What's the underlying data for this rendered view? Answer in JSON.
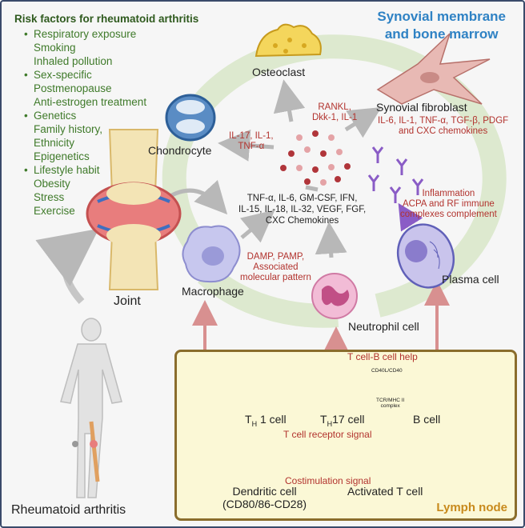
{
  "risk": {
    "title": "Risk factors for rheumatoid arthritis",
    "items": [
      {
        "text": "Respiratory exposure",
        "bullet": true
      },
      {
        "text": "Smoking",
        "bullet": false
      },
      {
        "text": "Inhaled pollution",
        "bullet": false
      },
      {
        "text": "Sex-specific",
        "bullet": true
      },
      {
        "text": "Postmenopause",
        "bullet": false
      },
      {
        "text": "Anti-estrogen treatment",
        "bullet": false
      },
      {
        "text": "Genetics",
        "bullet": true
      },
      {
        "text": "Family history,",
        "bullet": false
      },
      {
        "text": "Ethnicity",
        "bullet": false
      },
      {
        "text": "Epigenetics",
        "bullet": false
      },
      {
        "text": "Lifestyle habit",
        "bullet": true
      },
      {
        "text": "Obesity",
        "bullet": false
      },
      {
        "text": "Stress",
        "bullet": false
      },
      {
        "text": "Exercise",
        "bullet": false
      }
    ]
  },
  "region": {
    "line1": "Synovial membrane",
    "line2": "and bone marrow"
  },
  "cells": {
    "osteoclast": "Osteoclast",
    "fibroblast": "Synovial  fibroblast",
    "chondrocyte": "Chondrocyte",
    "joint": "Joint",
    "macrophage": "Macrophage",
    "neutrophil": "Neutrophil cell",
    "plasma": "Plasma cell",
    "disease": "Rheumatoid arthritis"
  },
  "mediators": {
    "rankl1": "RANKL,",
    "rankl2": "Dkk-1, IL-1",
    "chondro1": "IL-17, IL-1,",
    "chondro2": "TNF-α",
    "fib1": "IL-6, IL-1, TNF-α, TGF-β, PDGF",
    "fib2": "and CXC chemokines",
    "center1": "TNF-α, IL-6, GM-CSF, IFN,",
    "center2": "IL-15, IL-18, IL-32, VEGF, FGF,",
    "center3": "CXC Chemokines",
    "damp1": "DAMP, PAMP,",
    "damp2": "Associated",
    "damp3": "molecular pattern",
    "infl1": "Inflammation",
    "infl2": "ACPA and RF immune",
    "infl3": "complexes complement"
  },
  "lymph": {
    "title": "Lymph node",
    "tcell_help": "T cell-B cell help",
    "cd40": "CD40L/CD40",
    "tcr1": "TCR/MHC II",
    "tcr2": "complex",
    "th1": "1 cell",
    "th17": "17 cell",
    "th_T": "T",
    "th_sub": "H",
    "bcell": "B cell",
    "tcr_signal": "T cell receptor signal",
    "costim": "Costimulation signal",
    "dendritic1": "Dendritic cell",
    "dendritic2": "(CD80/86-CD28)",
    "activated": "Activated T cell"
  },
  "colors": {
    "arrow_gray": "#b8b8b8",
    "arrow_pink": "#d89090",
    "cycle_green": "#dde9cf",
    "green_text": "#3f7a2a",
    "red_text": "#b2332e",
    "blue_title": "#2f82c4",
    "lymph_border": "#8a6d2c"
  }
}
